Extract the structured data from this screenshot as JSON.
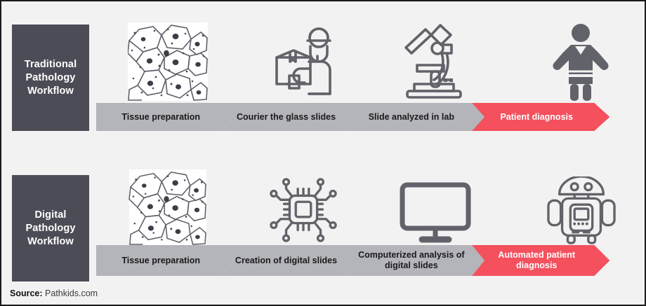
{
  "figure": {
    "background_color": "#f2f2f2",
    "border_color": "#1a1a1a",
    "label_box_color": "#4c4c57",
    "chevron_grey": "#b4b4bb",
    "chevron_red": "#f4505e",
    "icon_stroke": "#62626a"
  },
  "rows": [
    {
      "id": "traditional",
      "label": "Traditional\nPathology\nWorkflow",
      "label_line1": "Traditional",
      "label_line2": "Pathology",
      "label_line3": "Workflow",
      "steps": [
        {
          "text": "Tissue preparation",
          "icon": "tissue-histology-icon",
          "highlight": false
        },
        {
          "text": "Courier the glass slides",
          "icon": "courier-delivery-icon",
          "highlight": false
        },
        {
          "text": "Slide analyzed in lab",
          "icon": "microscope-icon",
          "highlight": false
        },
        {
          "text": "Patient diagnosis",
          "icon": "patient-person-icon",
          "highlight": true
        }
      ]
    },
    {
      "id": "digital",
      "label": "Digital\nPathology\nWorkflow",
      "label_line1": "Digital",
      "label_line2": "Pathology",
      "label_line3": "Workflow",
      "steps": [
        {
          "text": "Tissue preparation",
          "icon": "tissue-histology-icon",
          "highlight": false
        },
        {
          "text": "Creation of digital slides",
          "icon": "microchip-icon",
          "highlight": false
        },
        {
          "text": "Computerized analysis of digital slides",
          "icon": "computer-monitor-icon",
          "highlight": false
        },
        {
          "text": "Automated patient diagnosis",
          "icon": "robot-icon",
          "highlight": true
        }
      ]
    }
  ],
  "source": {
    "prefix": "Source:",
    "value": "Pathkids.com"
  }
}
